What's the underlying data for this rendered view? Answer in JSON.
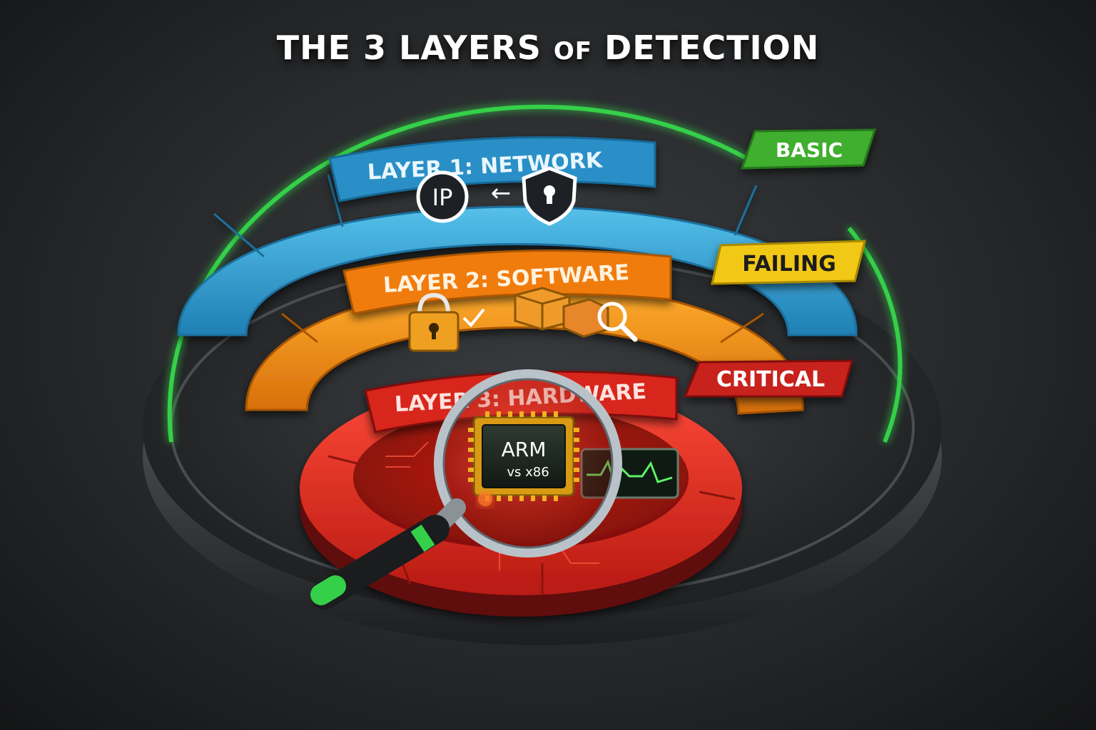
{
  "title": {
    "main_part1": "THE 3 LAYERS ",
    "main_small": "OF",
    "main_part2": " DETECTION"
  },
  "layers": [
    {
      "label": "LAYER 1: NETWORK",
      "status": "BASIC",
      "color": "#2f9bd1",
      "status_color": "#3fae2f"
    },
    {
      "label": "LAYER 2: SOFTWARE",
      "status": "FAILING",
      "color": "#f08a12",
      "status_color": "#f2c818"
    },
    {
      "label": "LAYER 3: HARDWARE",
      "status": "CRITICAL",
      "color": "#d8281c",
      "status_color": "#c8201c"
    }
  ],
  "network_icons": {
    "ip_label": "IP",
    "arrow": "←"
  },
  "chip": {
    "line1": "ARM",
    "line2": "vs x86"
  },
  "colors": {
    "ring_glow": "#35d04a",
    "background": "#2a2c2e"
  }
}
